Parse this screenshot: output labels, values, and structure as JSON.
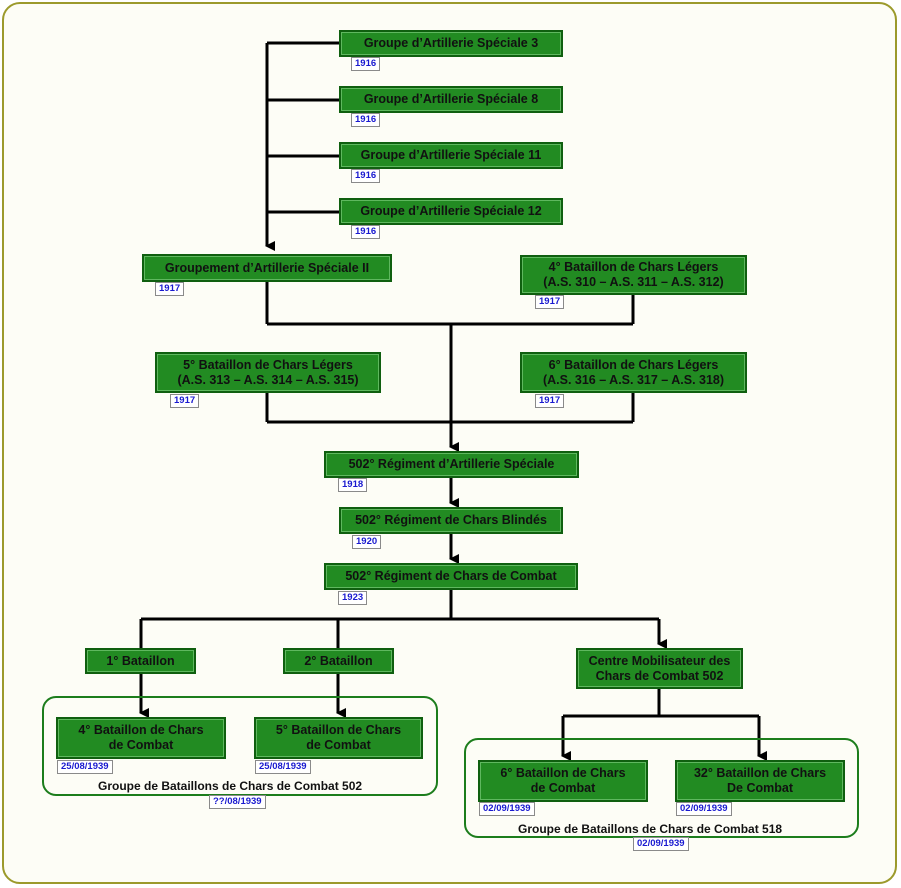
{
  "units": {
    "gas3": {
      "lines": [
        "Groupe d’Artillerie Spéciale 3"
      ],
      "date": "1916"
    },
    "gas8": {
      "lines": [
        "Groupe d’Artillerie Spéciale 8"
      ],
      "date": "1916"
    },
    "gas11": {
      "lines": [
        "Groupe d’Artillerie Spéciale 11"
      ],
      "date": "1916"
    },
    "gas12": {
      "lines": [
        "Groupe d’Artillerie Spéciale 12"
      ],
      "date": "1916"
    },
    "groupement2": {
      "lines": [
        "Groupement d’Artillerie Spéciale II"
      ],
      "date": "1917"
    },
    "bcl4": {
      "lines": [
        "4° Bataillon de Chars Légers",
        "(A.S. 310 – A.S. 311 – A.S. 312)"
      ],
      "date": "1917"
    },
    "bcl5": {
      "lines": [
        "5° Bataillon de Chars Légers",
        "(A.S. 313 – A.S. 314 – A.S. 315)"
      ],
      "date": "1917"
    },
    "bcl6": {
      "lines": [
        "6° Bataillon de Chars Légers",
        "(A.S. 316 – A.S. 317 – A.S. 318)"
      ],
      "date": "1917"
    },
    "ras502": {
      "lines": [
        "502° Régiment d’Artillerie Spéciale"
      ],
      "date": "1918"
    },
    "rcb502": {
      "lines": [
        "502° Régiment de Chars Blindés"
      ],
      "date": "1920"
    },
    "rcc502": {
      "lines": [
        "502° Régiment de Chars de Combat"
      ],
      "date": "1923"
    },
    "bat1": {
      "lines": [
        "1° Bataillon"
      ]
    },
    "bat2": {
      "lines": [
        "2° Bataillon"
      ]
    },
    "cm502": {
      "lines": [
        "Centre Mobilisateur des",
        "Chars de Combat 502"
      ]
    },
    "bcc4": {
      "lines": [
        "4° Bataillon de Chars",
        "de Combat"
      ],
      "date": "25/08/1939"
    },
    "bcc5": {
      "lines": [
        "5° Bataillon de Chars",
        "de Combat"
      ],
      "date": "25/08/1939"
    },
    "bcc6": {
      "lines": [
        "6° Bataillon de Chars",
        "de Combat"
      ],
      "date": "02/09/1939"
    },
    "bcc32": {
      "lines": [
        "32° Bataillon de Chars",
        "De Combat"
      ],
      "date": "02/09/1939"
    }
  },
  "groups": {
    "gbcc502": {
      "label": "Groupe de Bataillons de Chars de Combat 502",
      "date": "??/08/1939"
    },
    "gbcc518": {
      "label": "Groupe de Bataillons de Chars de Combat 518",
      "date": "02/09/1939"
    }
  },
  "colors": {
    "box_fill": "#228b22",
    "box_border": "#0f5f0f",
    "frame": "#9c9a2c",
    "date_text": "#1a1ad0",
    "connector": "#000000"
  }
}
